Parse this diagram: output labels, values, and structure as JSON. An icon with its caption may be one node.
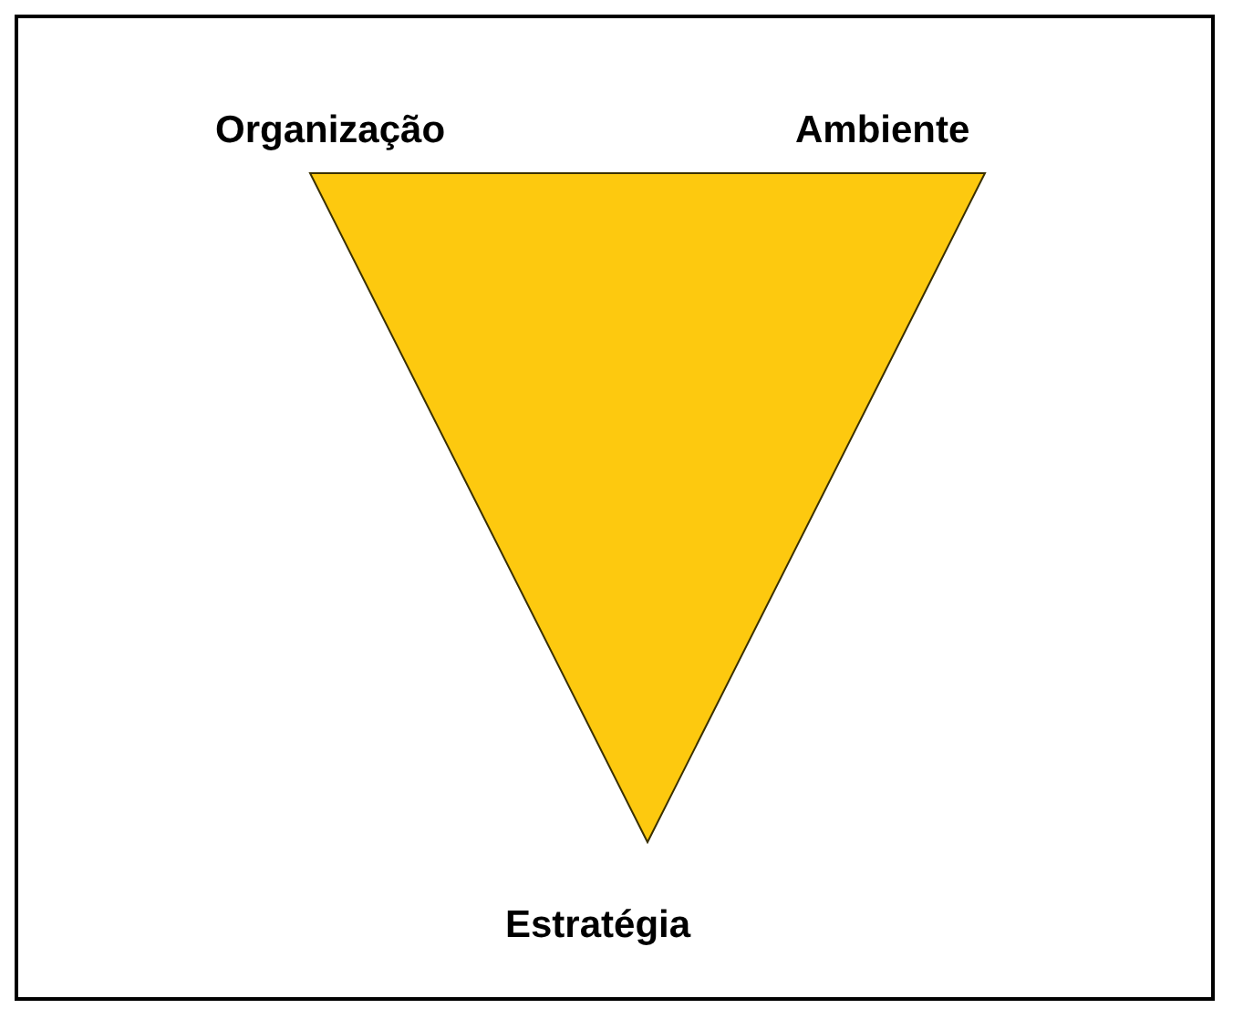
{
  "diagram": {
    "nodes": [
      {
        "text": [
          "Organização",
          "Ambiente",
          "Estratégia"
        ]
      }
    ]
  }
}
